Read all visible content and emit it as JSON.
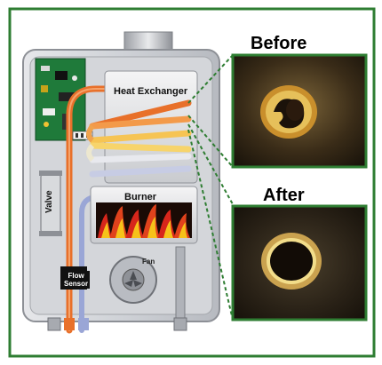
{
  "labels": {
    "before": "Before",
    "after": "After",
    "heat_exchanger": "Heat Exchanger",
    "burner": "Burner",
    "fan": "Fan",
    "flow_sensor_line1": "Flow",
    "flow_sensor_line2": "Sensor",
    "valve": "Valve"
  },
  "colors": {
    "frame_green": "#2e7d32",
    "cabinet_gray": "#c9ccd1",
    "hot_pipe": "#e8702a",
    "cold_pipe": "#9aa6d6",
    "flame_red": "#d7261b",
    "flame_yellow": "#f6c21a"
  }
}
